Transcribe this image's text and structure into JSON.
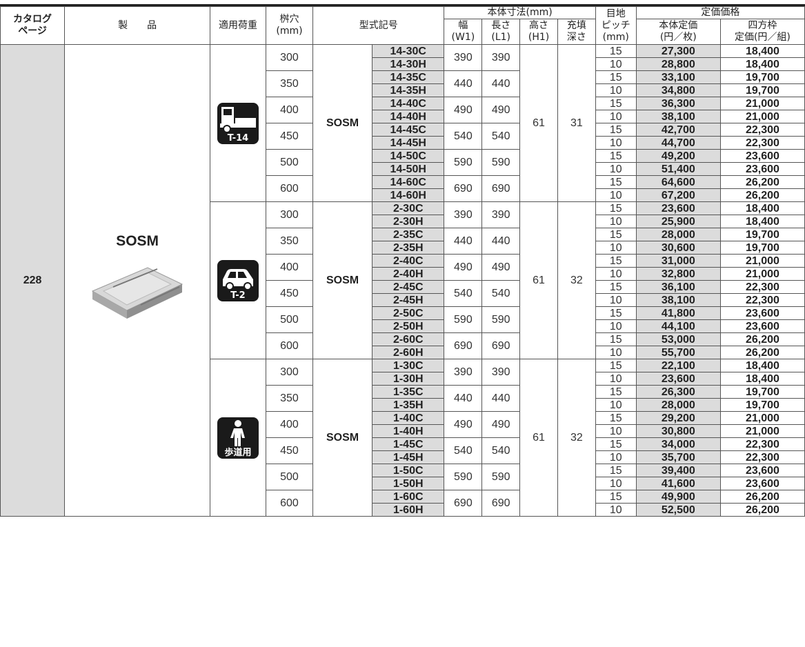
{
  "headers": {
    "catalog_page": "カタログ\nページ",
    "product": "製　　品",
    "load": "適用荷重",
    "hole": "桝穴\n(mm)",
    "model": "型式記号",
    "body_dims": "本体寸法(mm)",
    "width": "幅\n(W1)",
    "length": "長さ\n(L1)",
    "height": "高さ\n(H1)",
    "fill_depth": "充填\n深さ",
    "joint_pitch": "目地\nピッチ\n(mm)",
    "price": "定価価格",
    "body_price": "本体定価\n(円／枚)",
    "frame_price": "四方枠\n定価(円／組)"
  },
  "catalog_page": "228",
  "product": {
    "name": "SOSM",
    "image": "concrete-slab-icon"
  },
  "groups": [
    {
      "icon": "truck-icon",
      "icon_label": "T-14",
      "series": "SOSM",
      "height": "61",
      "fill": "31",
      "sizes": [
        {
          "hole": "300",
          "w": "390",
          "l": "390",
          "rows": [
            {
              "model": "14-30C",
              "pitch": "15",
              "price": "27,300",
              "frame": "18,400"
            },
            {
              "model": "14-30H",
              "pitch": "10",
              "price": "28,800",
              "frame": "18,400"
            }
          ]
        },
        {
          "hole": "350",
          "w": "440",
          "l": "440",
          "rows": [
            {
              "model": "14-35C",
              "pitch": "15",
              "price": "33,100",
              "frame": "19,700"
            },
            {
              "model": "14-35H",
              "pitch": "10",
              "price": "34,800",
              "frame": "19,700"
            }
          ]
        },
        {
          "hole": "400",
          "w": "490",
          "l": "490",
          "rows": [
            {
              "model": "14-40C",
              "pitch": "15",
              "price": "36,300",
              "frame": "21,000"
            },
            {
              "model": "14-40H",
              "pitch": "10",
              "price": "38,100",
              "frame": "21,000"
            }
          ]
        },
        {
          "hole": "450",
          "w": "540",
          "l": "540",
          "rows": [
            {
              "model": "14-45C",
              "pitch": "15",
              "price": "42,700",
              "frame": "22,300"
            },
            {
              "model": "14-45H",
              "pitch": "10",
              "price": "44,700",
              "frame": "22,300"
            }
          ]
        },
        {
          "hole": "500",
          "w": "590",
          "l": "590",
          "rows": [
            {
              "model": "14-50C",
              "pitch": "15",
              "price": "49,200",
              "frame": "23,600"
            },
            {
              "model": "14-50H",
              "pitch": "10",
              "price": "51,400",
              "frame": "23,600"
            }
          ]
        },
        {
          "hole": "600",
          "w": "690",
          "l": "690",
          "rows": [
            {
              "model": "14-60C",
              "pitch": "15",
              "price": "64,600",
              "frame": "26,200"
            },
            {
              "model": "14-60H",
              "pitch": "10",
              "price": "67,200",
              "frame": "26,200"
            }
          ]
        }
      ]
    },
    {
      "icon": "car-icon",
      "icon_label": "T-2",
      "series": "SOSM",
      "height": "61",
      "fill": "32",
      "sizes": [
        {
          "hole": "300",
          "w": "390",
          "l": "390",
          "rows": [
            {
              "model": "2-30C",
              "pitch": "15",
              "price": "23,600",
              "frame": "18,400"
            },
            {
              "model": "2-30H",
              "pitch": "10",
              "price": "25,900",
              "frame": "18,400"
            }
          ]
        },
        {
          "hole": "350",
          "w": "440",
          "l": "440",
          "rows": [
            {
              "model": "2-35C",
              "pitch": "15",
              "price": "28,000",
              "frame": "19,700"
            },
            {
              "model": "2-35H",
              "pitch": "10",
              "price": "30,600",
              "frame": "19,700"
            }
          ]
        },
        {
          "hole": "400",
          "w": "490",
          "l": "490",
          "rows": [
            {
              "model": "2-40C",
              "pitch": "15",
              "price": "31,000",
              "frame": "21,000"
            },
            {
              "model": "2-40H",
              "pitch": "10",
              "price": "32,800",
              "frame": "21,000"
            }
          ]
        },
        {
          "hole": "450",
          "w": "540",
          "l": "540",
          "rows": [
            {
              "model": "2-45C",
              "pitch": "15",
              "price": "36,100",
              "frame": "22,300"
            },
            {
              "model": "2-45H",
              "pitch": "10",
              "price": "38,100",
              "frame": "22,300"
            }
          ]
        },
        {
          "hole": "500",
          "w": "590",
          "l": "590",
          "rows": [
            {
              "model": "2-50C",
              "pitch": "15",
              "price": "41,800",
              "frame": "23,600"
            },
            {
              "model": "2-50H",
              "pitch": "10",
              "price": "44,100",
              "frame": "23,600"
            }
          ]
        },
        {
          "hole": "600",
          "w": "690",
          "l": "690",
          "rows": [
            {
              "model": "2-60C",
              "pitch": "15",
              "price": "53,000",
              "frame": "26,200"
            },
            {
              "model": "2-60H",
              "pitch": "10",
              "price": "55,700",
              "frame": "26,200"
            }
          ]
        }
      ]
    },
    {
      "icon": "pedestrian-icon",
      "icon_label": "歩道用",
      "series": "SOSM",
      "height": "61",
      "fill": "32",
      "sizes": [
        {
          "hole": "300",
          "w": "390",
          "l": "390",
          "rows": [
            {
              "model": "1-30C",
              "pitch": "15",
              "price": "22,100",
              "frame": "18,400"
            },
            {
              "model": "1-30H",
              "pitch": "10",
              "price": "23,600",
              "frame": "18,400"
            }
          ]
        },
        {
          "hole": "350",
          "w": "440",
          "l": "440",
          "rows": [
            {
              "model": "1-35C",
              "pitch": "15",
              "price": "26,300",
              "frame": "19,700"
            },
            {
              "model": "1-35H",
              "pitch": "10",
              "price": "28,000",
              "frame": "19,700"
            }
          ]
        },
        {
          "hole": "400",
          "w": "490",
          "l": "490",
          "rows": [
            {
              "model": "1-40C",
              "pitch": "15",
              "price": "29,200",
              "frame": "21,000"
            },
            {
              "model": "1-40H",
              "pitch": "10",
              "price": "30,800",
              "frame": "21,000"
            }
          ]
        },
        {
          "hole": "450",
          "w": "540",
          "l": "540",
          "rows": [
            {
              "model": "1-45C",
              "pitch": "15",
              "price": "34,000",
              "frame": "22,300"
            },
            {
              "model": "1-45H",
              "pitch": "10",
              "price": "35,700",
              "frame": "22,300"
            }
          ]
        },
        {
          "hole": "500",
          "w": "590",
          "l": "590",
          "rows": [
            {
              "model": "1-50C",
              "pitch": "15",
              "price": "39,400",
              "frame": "23,600"
            },
            {
              "model": "1-50H",
              "pitch": "10",
              "price": "41,600",
              "frame": "23,600"
            }
          ]
        },
        {
          "hole": "600",
          "w": "690",
          "l": "690",
          "rows": [
            {
              "model": "1-60C",
              "pitch": "15",
              "price": "49,900",
              "frame": "26,200"
            },
            {
              "model": "1-60H",
              "pitch": "10",
              "price": "52,500",
              "frame": "26,200"
            }
          ]
        }
      ]
    }
  ]
}
